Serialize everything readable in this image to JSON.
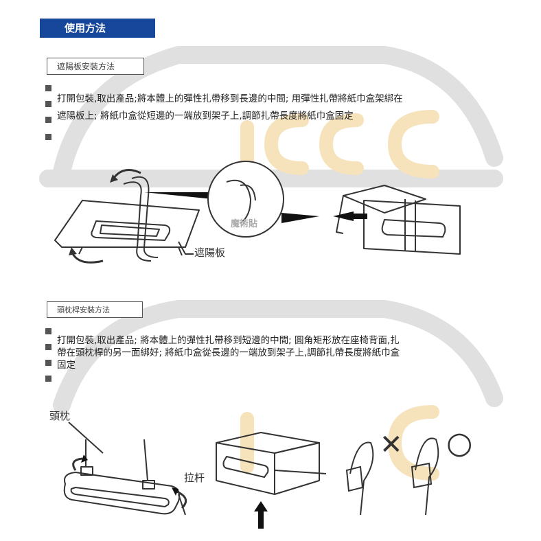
{
  "page": {
    "title": "使用方法"
  },
  "visor": {
    "heading": "遮陽板安裝方法",
    "text_line1": "打開包裝,取出產品;將本體上的彈性扎帶移到長邊的中間; 用彈性扎帶將紙巾盒架綁在",
    "text_line2": "遮陽板上; 將紙巾盒從短邊的一端放到架子上,調節扎帶長度將紙巾盒固定",
    "label_visor": "遮陽板",
    "label_magic": "魔術貼"
  },
  "headrest": {
    "heading": "頭枕桿安裝方法",
    "text_line1": "打開包裝,取出產品; 將本體上的彈性扎帶移到短邊的中間; 圓角矩形放在座椅背面,扎",
    "text_line2": "帶在頭枕桿的另一面綁好; 將紙巾盒從長邊的一端放到架子上,調節扎帶長度將紙巾盒",
    "text_line3": "固定",
    "label_headrest": "頭枕",
    "label_rod": "拉杆",
    "wrong_mark": "✕",
    "right_mark": "○"
  },
  "colors": {
    "title_bg": "#16479a",
    "watermark_gray": "#d9d9d9",
    "watermark_orange": "#f3d7a0",
    "line": "#333333"
  }
}
